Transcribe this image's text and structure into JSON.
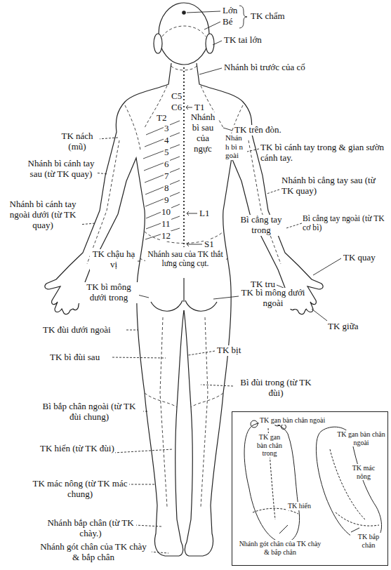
{
  "diagram": {
    "nodes": [
      {
        "text": [
          "TK gan bàn chân ngoài",
          "TK gan bàn chân trong",
          "TK gan bàn chân ngoài",
          "TK mác nông",
          "TK hiển",
          "Nhánh gót chân của TK chày & bắp chân",
          "TK bắp chân"
        ]
      }
    ],
    "labels": [
      "Lớn",
      "Bé",
      "TK chẩm",
      "TK tai lớn",
      "Nhánh bì trước của cổ",
      "C5",
      "C6",
      "T1",
      "T2",
      "Nhánh bì sau của ngực",
      "3",
      "4",
      "5",
      "6",
      "7",
      "8",
      "9",
      "10",
      "11",
      "12",
      "L1",
      "S1",
      "TK trên đòn.",
      "TK nách (mũ)",
      "Nhánh bì cánh tay sau (từ TK quay)",
      "Nhánh bì cánh tay ngoài dưới (từ TK quay)",
      "Nhánh bì ngoài",
      "TK bì cánh tay trong & gian sườn cánh tay.",
      "Nhánh bì cẳng tay sau (từ TK quay)",
      "Bì cẳng tay ngoài (từ TK cơ bì)",
      "Bì cẳng tay trong",
      "TK quay",
      "TK trụ",
      "TK giữa",
      "TK chậu hạ vị",
      "Nhánh sau của TK thắt lưng cùng cụt.",
      "TK bì mông dưới trong",
      "TK bì mông dưới ngoài",
      "TK đùi dưới ngoài",
      "TK bì đùi sau",
      "TK bịt",
      "Bì đùi trong (từ TK đùi)",
      "Bì bắp chân ngoài (từ TK đùi chung)",
      "TK hiển (từ TK đùi)",
      "TK mác nông (từ TK mác chung)",
      "Nhánh bắp chân (từ TK chày.)",
      "Nhánh gót chân của TK chày & bắp chân"
    ]
  }
}
